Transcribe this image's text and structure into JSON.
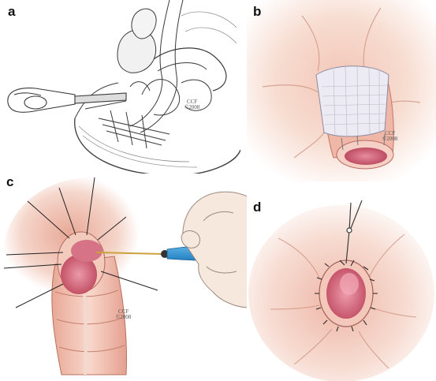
{
  "figure": {
    "panels": [
      {
        "id": "a",
        "letter": "a",
        "credit": "CCF",
        "year": "©2008"
      },
      {
        "id": "b",
        "letter": "b",
        "credit": "CCF",
        "year": "©2008"
      },
      {
        "id": "c",
        "letter": "c",
        "credit": "CCF",
        "year": "©2008"
      },
      {
        "id": "d",
        "letter": "d"
      }
    ],
    "colors": {
      "skin": "#f6d4c8",
      "skin_shadow": "#d99c8c",
      "mucosa": "#dc7c8c",
      "mucosa_dark": "#b9465e",
      "glove": "#f4e4d6",
      "instrument": "#2d8fd2",
      "line_art": "#3a3a3a"
    }
  }
}
